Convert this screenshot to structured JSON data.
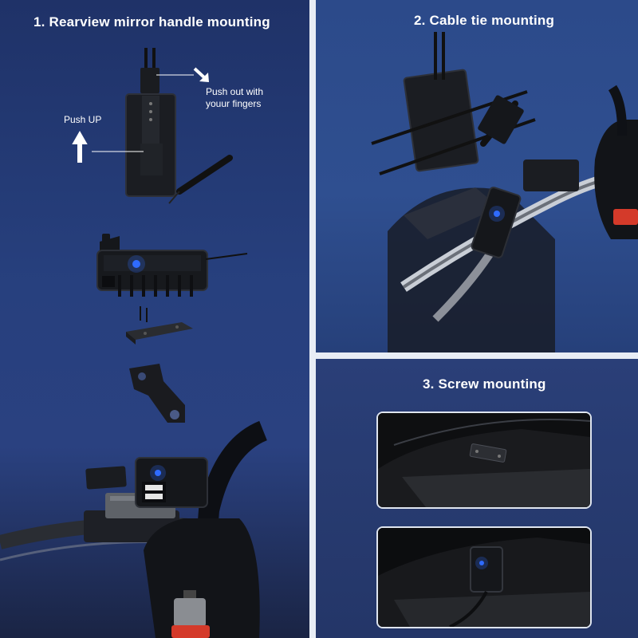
{
  "sections": [
    {
      "title": "1. Rearview mirror handle mounting",
      "labels": {
        "push_out": "Push out with youur fingers",
        "push_up": "Push UP"
      }
    },
    {
      "title": "2. Cable tie mounting"
    },
    {
      "title": "3. Screw mounting"
    }
  ],
  "colors": {
    "panel_blue": "#27407e",
    "divider": "#e8edf5",
    "device_black": "#15171b",
    "led_blue": "#2f6bff",
    "switch_red": "#d43a2a"
  },
  "icons": [
    "arrow-up-icon",
    "arrow-diagonal-icon",
    "led-icon"
  ]
}
